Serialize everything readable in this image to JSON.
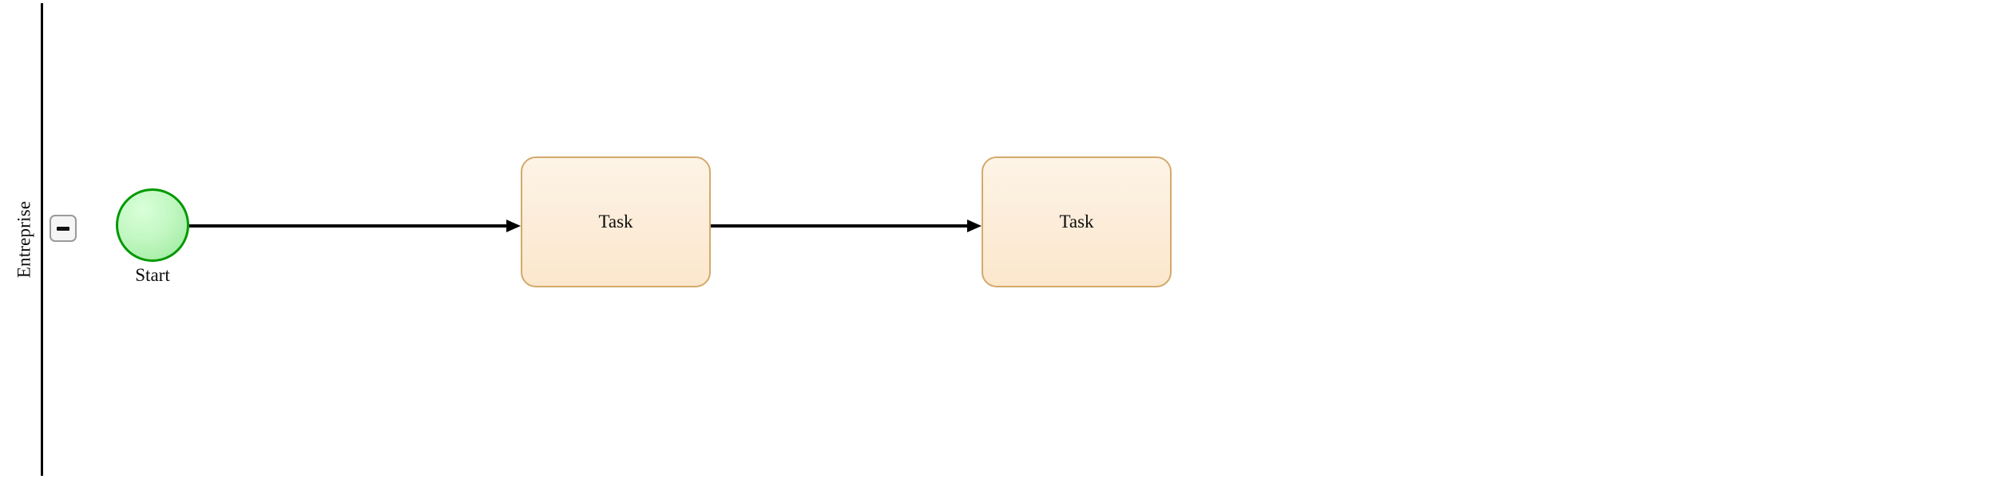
{
  "diagram": {
    "type": "bpmn-process",
    "background_color": "#ffffff",
    "pool": {
      "lane": {
        "label": "Entreprise",
        "collapse_button": {
          "icon": "minus-icon",
          "state": "expanded"
        }
      }
    },
    "nodes": [
      {
        "id": "start-event",
        "kind": "start-event",
        "label": "Start",
        "fill_color": "#c2f7c2",
        "border_color": "#009900"
      },
      {
        "id": "task-1",
        "kind": "task",
        "label": "Task",
        "fill_color": "#fcecd8",
        "border_color": "#d3a96b"
      },
      {
        "id": "task-2",
        "kind": "task",
        "label": "Task",
        "fill_color": "#fcecd8",
        "border_color": "#d3a96b"
      }
    ],
    "flows": [
      {
        "id": "flow-1",
        "from": "start-event",
        "to": "task-1",
        "color": "#000000"
      },
      {
        "id": "flow-2",
        "from": "task-1",
        "to": "task-2",
        "color": "#000000"
      }
    ]
  }
}
